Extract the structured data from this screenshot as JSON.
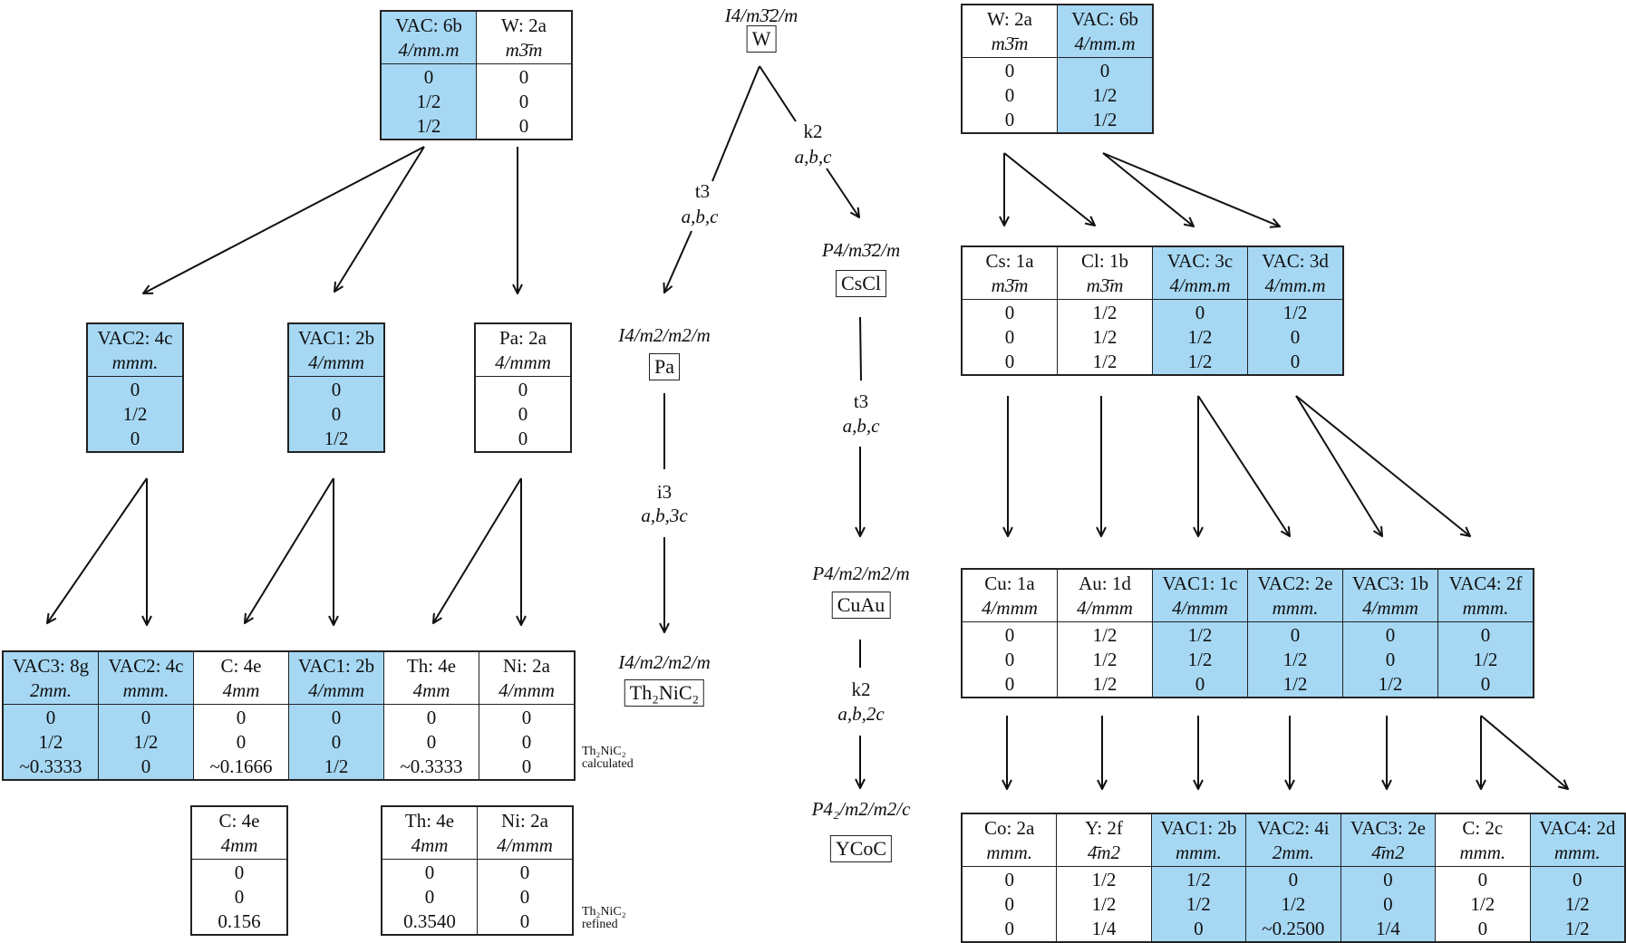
{
  "colors": {
    "vacancy_fill": "#a6d8f4",
    "line": "#222222"
  },
  "center_tree": {
    "nodes": [
      {
        "id": "W",
        "space_group": "I4/m3̄2/m",
        "label": "W"
      },
      {
        "id": "CsCl",
        "space_group": "P4/m3̄2/m",
        "label": "CsCl"
      },
      {
        "id": "Pa",
        "space_group": "I4/m2/m2/m",
        "label": "Pa"
      },
      {
        "id": "Th2NiC2",
        "space_group": "I4/m2/m2/m",
        "label": "Th₂NiC₂"
      },
      {
        "id": "CuAu",
        "space_group": "P4/m2/m2/m",
        "label": "CuAu"
      },
      {
        "id": "YCoC",
        "space_group": "P4₂/m2/m2/c",
        "label": "YCoC"
      }
    ],
    "transitions": [
      {
        "from": "W",
        "to": "Pa",
        "type": "t3",
        "basis": "a,b,c"
      },
      {
        "from": "W",
        "to": "CsCl",
        "type": "k2",
        "basis": "a,b,c"
      },
      {
        "from": "Pa",
        "to": "Th2NiC2",
        "type": "i3",
        "basis": "a,b,3c"
      },
      {
        "from": "CsCl",
        "to": "CuAu",
        "type": "t3",
        "basis": "a,b,c"
      },
      {
        "from": "CuAu",
        "to": "YCoC",
        "type": "k2",
        "basis": "a,b,2c"
      }
    ]
  },
  "tables": {
    "left_top": [
      {
        "site": "VAC: 6b",
        "sym": "4/mm.m",
        "coords": [
          "0",
          "1/2",
          "1/2"
        ],
        "vacancy": true
      },
      {
        "site": "W: 2a",
        "sym": "m3̄m",
        "coords": [
          "0",
          "0",
          "0"
        ],
        "vacancy": false
      }
    ],
    "left_mid_vac2": [
      {
        "site": "VAC2: 4c",
        "sym": "mmm.",
        "coords": [
          "0",
          "1/2",
          "0"
        ],
        "vacancy": true
      }
    ],
    "left_mid_vac1": [
      {
        "site": "VAC1: 2b",
        "sym": "4/mmm",
        "coords": [
          "0",
          "0",
          "1/2"
        ],
        "vacancy": true
      }
    ],
    "left_mid_pa": [
      {
        "site": "Pa: 2a",
        "sym": "4/mmm",
        "coords": [
          "0",
          "0",
          "0"
        ],
        "vacancy": false
      }
    ],
    "left_calc": [
      {
        "site": "VAC3: 8g",
        "sym": "2mm.",
        "coords": [
          "0",
          "1/2",
          "~0.3333"
        ],
        "vacancy": true
      },
      {
        "site": "VAC2: 4c",
        "sym": "mmm.",
        "coords": [
          "0",
          "1/2",
          "0"
        ],
        "vacancy": true
      },
      {
        "site": "C: 4e",
        "sym": "4mm",
        "coords": [
          "0",
          "0",
          "~0.1666"
        ],
        "vacancy": false
      },
      {
        "site": "VAC1: 2b",
        "sym": "4/mmm",
        "coords": [
          "0",
          "0",
          "1/2"
        ],
        "vacancy": true
      },
      {
        "site": "Th: 4e",
        "sym": "4mm",
        "coords": [
          "0",
          "0",
          "~0.3333"
        ],
        "vacancy": false
      },
      {
        "site": "Ni: 2a",
        "sym": "4/mmm",
        "coords": [
          "0",
          "0",
          "0"
        ],
        "vacancy": false
      }
    ],
    "left_refined_c": [
      {
        "site": "C: 4e",
        "sym": "4mm",
        "coords": [
          "0",
          "0",
          "0.156"
        ],
        "vacancy": false
      }
    ],
    "left_refined_thni": [
      {
        "site": "Th: 4e",
        "sym": "4mm",
        "coords": [
          "0",
          "0",
          "0.3540"
        ],
        "vacancy": false
      },
      {
        "site": "Ni: 2a",
        "sym": "4/mmm",
        "coords": [
          "0",
          "0",
          "0"
        ],
        "vacancy": false
      }
    ],
    "right_top": [
      {
        "site": "W: 2a",
        "sym": "m3̄m",
        "coords": [
          "0",
          "0",
          "0"
        ],
        "vacancy": false
      },
      {
        "site": "VAC: 6b",
        "sym": "4/mm.m",
        "coords": [
          "0",
          "1/2",
          "1/2"
        ],
        "vacancy": true
      }
    ],
    "right_cscl": [
      {
        "site": "Cs: 1a",
        "sym": "m3̄m",
        "coords": [
          "0",
          "0",
          "0"
        ],
        "vacancy": false
      },
      {
        "site": "Cl: 1b",
        "sym": "m3̄m",
        "coords": [
          "1/2",
          "1/2",
          "1/2"
        ],
        "vacancy": false
      },
      {
        "site": "VAC: 3c",
        "sym": "4/mm.m",
        "coords": [
          "0",
          "1/2",
          "1/2"
        ],
        "vacancy": true
      },
      {
        "site": "VAC: 3d",
        "sym": "4/mm.m",
        "coords": [
          "1/2",
          "0",
          "0"
        ],
        "vacancy": true
      }
    ],
    "right_cuau": [
      {
        "site": "Cu: 1a",
        "sym": "4/mmm",
        "coords": [
          "0",
          "0",
          "0"
        ],
        "vacancy": false
      },
      {
        "site": "Au: 1d",
        "sym": "4/mmm",
        "coords": [
          "1/2",
          "1/2",
          "1/2"
        ],
        "vacancy": false
      },
      {
        "site": "VAC1: 1c",
        "sym": "4/mmm",
        "coords": [
          "1/2",
          "1/2",
          "0"
        ],
        "vacancy": true
      },
      {
        "site": "VAC2: 2e",
        "sym": "mmm.",
        "coords": [
          "0",
          "1/2",
          "1/2"
        ],
        "vacancy": true
      },
      {
        "site": "VAC3: 1b",
        "sym": "4/mmm",
        "coords": [
          "0",
          "0",
          "1/2"
        ],
        "vacancy": true
      },
      {
        "site": "VAC4: 2f",
        "sym": "mmm.",
        "coords": [
          "0",
          "1/2",
          "0"
        ],
        "vacancy": true
      }
    ],
    "right_ycoc": [
      {
        "site": "Co: 2a",
        "sym": "mmm.",
        "coords": [
          "0",
          "0",
          "0"
        ],
        "vacancy": false
      },
      {
        "site": "Y: 2f",
        "sym": "4̄m2",
        "coords": [
          "1/2",
          "1/2",
          "1/4"
        ],
        "vacancy": false
      },
      {
        "site": "VAC1: 2b",
        "sym": "mmm.",
        "coords": [
          "1/2",
          "1/2",
          "0"
        ],
        "vacancy": true
      },
      {
        "site": "VAC2: 4i",
        "sym": "2mm.",
        "coords": [
          "0",
          "1/2",
          "~0.2500"
        ],
        "vacancy": true
      },
      {
        "site": "VAC3: 2e",
        "sym": "4̄m2",
        "coords": [
          "0",
          "0",
          "1/4"
        ],
        "vacancy": true
      },
      {
        "site": "C: 2c",
        "sym": "mmm.",
        "coords": [
          "0",
          "1/2",
          "0"
        ],
        "vacancy": false
      },
      {
        "site": "VAC4: 2d",
        "sym": "mmm.",
        "coords": [
          "0",
          "1/2",
          "1/2"
        ],
        "vacancy": true
      }
    ]
  },
  "notes": {
    "calculated": [
      "Th₂NiC₂",
      "calculated"
    ],
    "refined": [
      "Th₂NiC₂",
      "refined"
    ]
  }
}
